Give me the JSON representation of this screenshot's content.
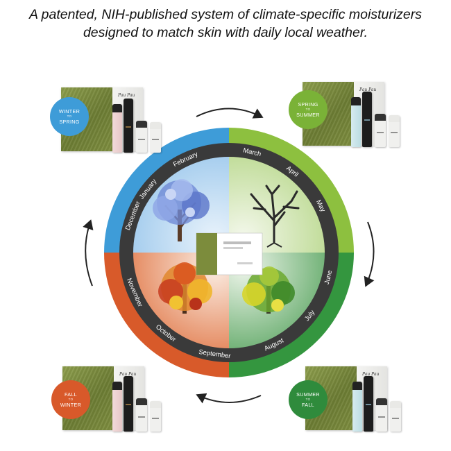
{
  "headline": {
    "line1": "A patented, NIH-published system of climate-specific moisturizers",
    "line2": "designed to match skin with daily local weather."
  },
  "kits": [
    {
      "id": "winter",
      "line1": "WINTER",
      "to": "TO",
      "line2": "SPRING",
      "color": "#3e9cd8"
    },
    {
      "id": "spring",
      "line1": "SPRING",
      "to": "TO",
      "line2": "SUMMER",
      "color": "#7ab237"
    },
    {
      "id": "summer",
      "line1": "SUMMER",
      "to": "TO",
      "line2": "FALL",
      "color": "#2f8b3c"
    },
    {
      "id": "fall",
      "line1": "FALL",
      "to": "TO",
      "line2": "WINTER",
      "color": "#d8592a"
    }
  ],
  "brand": "Pau Pau",
  "months": [
    "January",
    "February",
    "March",
    "April",
    "May",
    "June",
    "July",
    "August",
    "September",
    "October",
    "November",
    "December"
  ],
  "colors": {
    "winter": "#3e9cd8",
    "spring": "#8dc03f",
    "summer": "#34963f",
    "fall": "#d85a2a",
    "ring": "#3a3a3a",
    "arrow": "#222222"
  },
  "trees": {
    "winter": "blue-flowering-tree-icon",
    "spring": "bare-branch-tree-icon",
    "summer": "green-yellow-tree-icon",
    "fall": "autumn-leaves-tree-icon"
  }
}
